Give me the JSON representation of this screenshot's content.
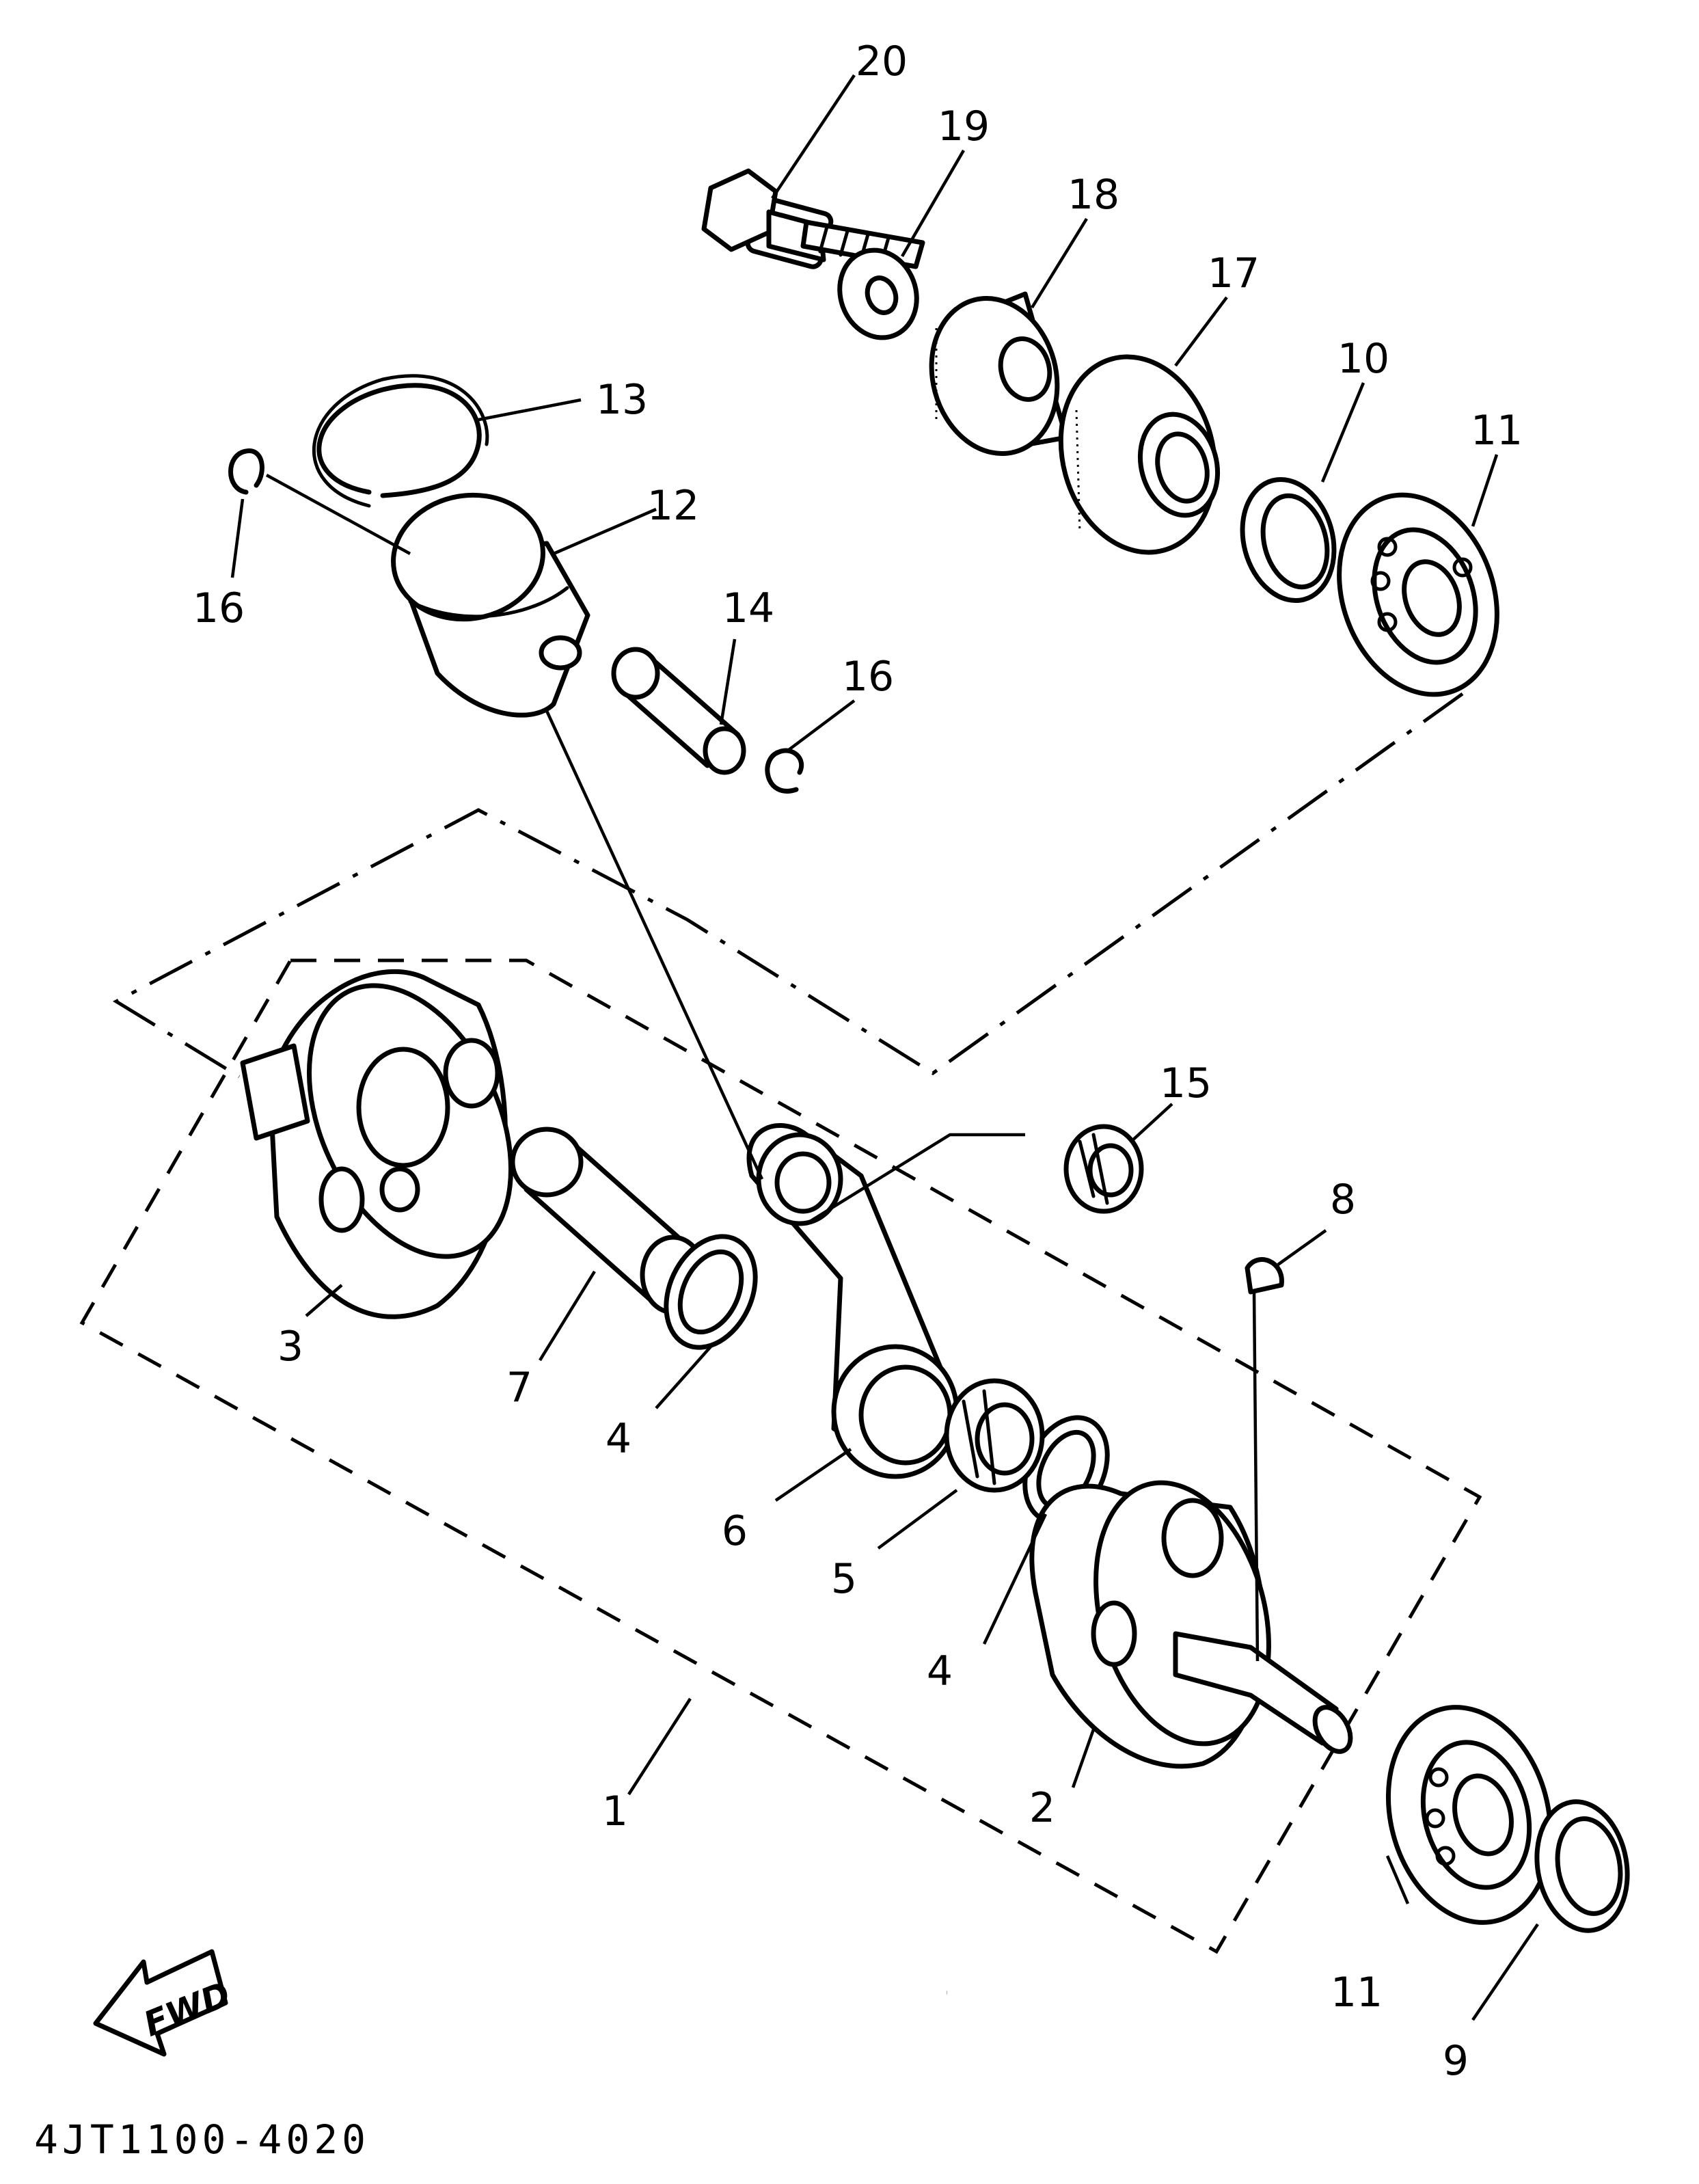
{
  "diagram": {
    "part_code": "4JT1100-4020",
    "direction_label": "FWD",
    "callouts": [
      "1",
      "2",
      "3",
      "4",
      "4",
      "5",
      "6",
      "7",
      "8",
      "9",
      "10",
      "11",
      "11",
      "12",
      "13",
      "14",
      "15",
      "16",
      "16",
      "17",
      "18",
      "19",
      "20"
    ],
    "line_color": "#000000",
    "background": "#ffffff"
  }
}
